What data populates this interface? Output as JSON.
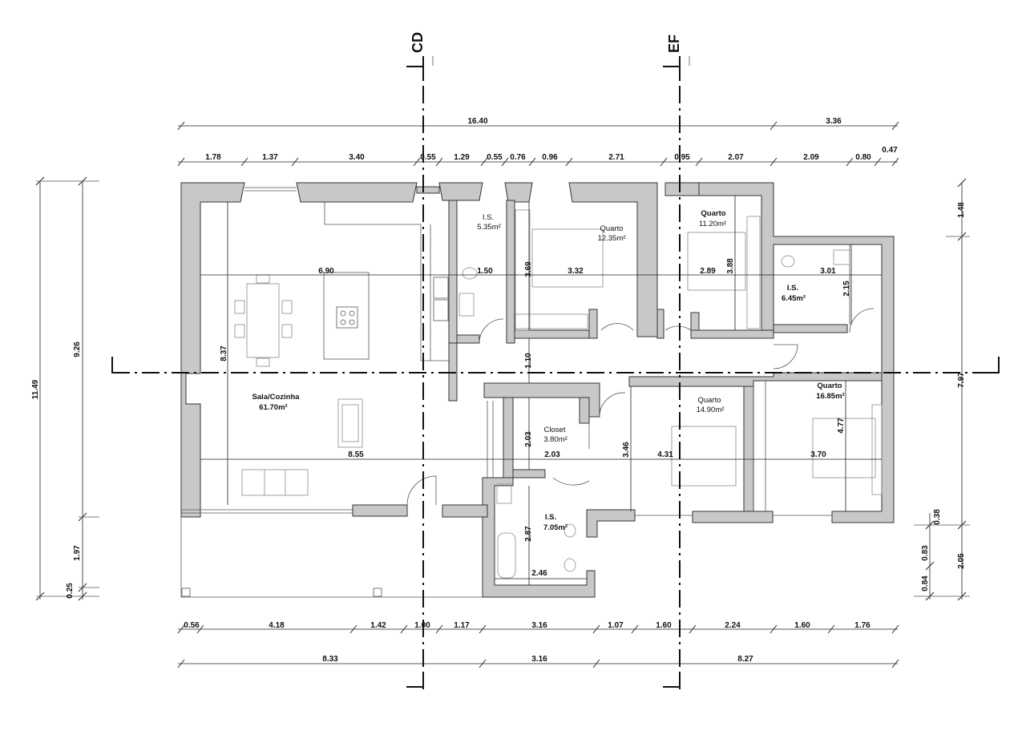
{
  "sections": {
    "cd": "CD",
    "ef": "EF"
  },
  "rooms": {
    "sala": {
      "name": "Sala/Cozinha",
      "area": "61.70m²"
    },
    "is1": {
      "name": "I.S.",
      "area": "5.35m²"
    },
    "quarto1": {
      "name": "Quarto",
      "area": "12.35m²"
    },
    "quarto2": {
      "name": "Quarto",
      "area": "11.20m²"
    },
    "is2": {
      "name": "I.S.",
      "area": "6.45m²"
    },
    "closet": {
      "name": "Closet",
      "area": "3.80m²"
    },
    "is3": {
      "name": "I.S.",
      "area": "7.05m²"
    },
    "quarto3": {
      "name": "Quarto",
      "area": "14.90m²"
    },
    "quarto4": {
      "name": "Quarto",
      "area": "16.85m²"
    }
  },
  "dims_top": {
    "overall": "16.40",
    "right": "3.36",
    "segments": [
      "1.78",
      "1.37",
      "3.40",
      "0.55",
      "1.29",
      "0.55",
      "0.76",
      "0.96",
      "2.71",
      "0.95",
      "2.07",
      "2.09",
      "0.80",
      "0.47"
    ]
  },
  "dims_bottom": {
    "segments": [
      "0.56",
      "4.18",
      "1.42",
      "1.00",
      "1.17",
      "3.16",
      "1.07",
      "1.60",
      "2.24",
      "1.60",
      "1.76"
    ],
    "totals": [
      "8.33",
      "3.16",
      "8.27"
    ]
  },
  "dims_left": [
    "11.49",
    "9.26",
    "1.97",
    "0.25"
  ],
  "dims_right": [
    "1.48",
    "7.97",
    "0.38",
    "0.83",
    "0.84",
    "2.05"
  ],
  "dims_inner": [
    "6.90",
    "8.37",
    "8.55",
    "1.50",
    "3.69",
    "3.32",
    "2.89",
    "3.88",
    "3.01",
    "2.15",
    "1.10",
    "2.03",
    "2.03",
    "3.46",
    "4.31",
    "4.77",
    "3.70",
    "2.87",
    "2.46"
  ]
}
